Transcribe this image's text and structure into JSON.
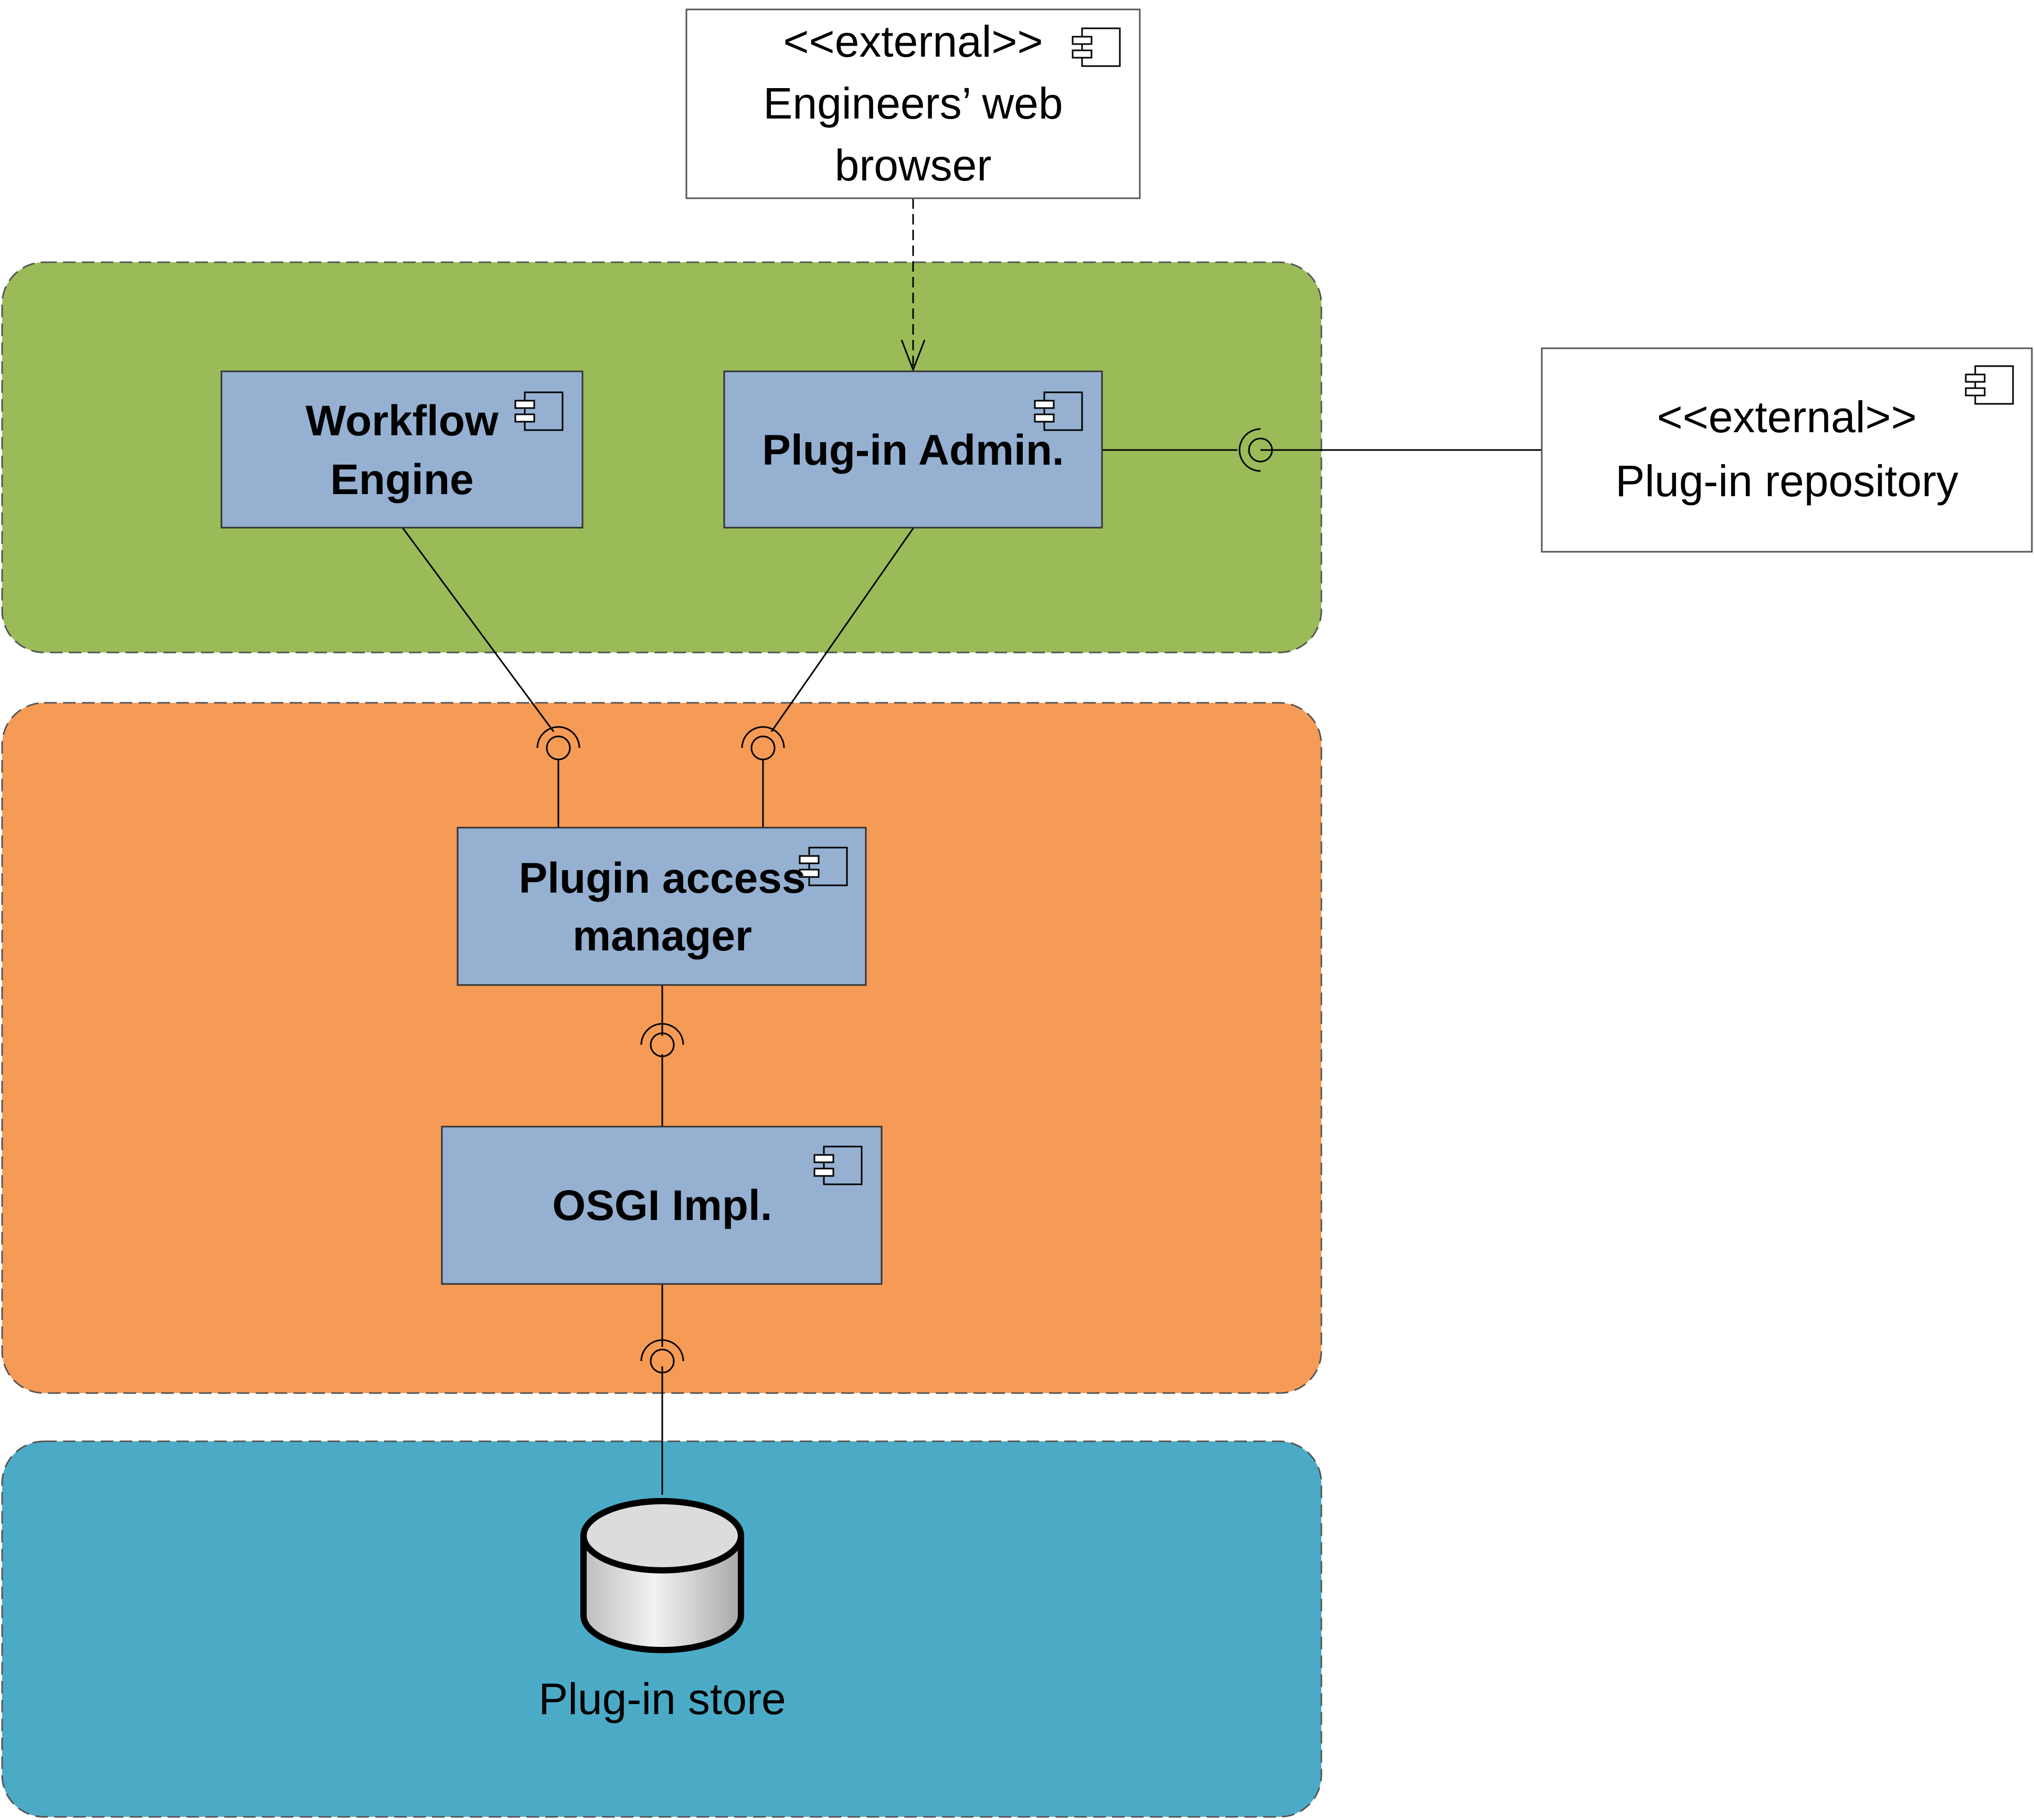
{
  "colors": {
    "presentation_layer": "#9bbb59",
    "logic_layer": "#f59b56",
    "data_layer": "#4babc6",
    "component_fill": "#95b0d1",
    "external_fill": "#ffffff",
    "store_fill": "#dcdcdc",
    "stroke": "#000000"
  },
  "external_browser": {
    "stereotype": "<<external>>",
    "name_line1": "Engineers’ web",
    "name_line2": "browser"
  },
  "external_repository": {
    "stereotype": "<<external>>",
    "name": "Plug-in repository"
  },
  "workflow_engine": {
    "line1": "Workflow",
    "line2": "Engine"
  },
  "plugin_admin": {
    "label": "Plug-in Admin."
  },
  "plugin_access_manager": {
    "line1": "Plugin access",
    "line2": "manager"
  },
  "osgi_impl": {
    "label": "OSGI Impl."
  },
  "plugin_store": {
    "label": "Plug-in store"
  },
  "icons": {
    "component": "component-icon",
    "interface": "interface-socket-icon",
    "database": "database-icon"
  }
}
